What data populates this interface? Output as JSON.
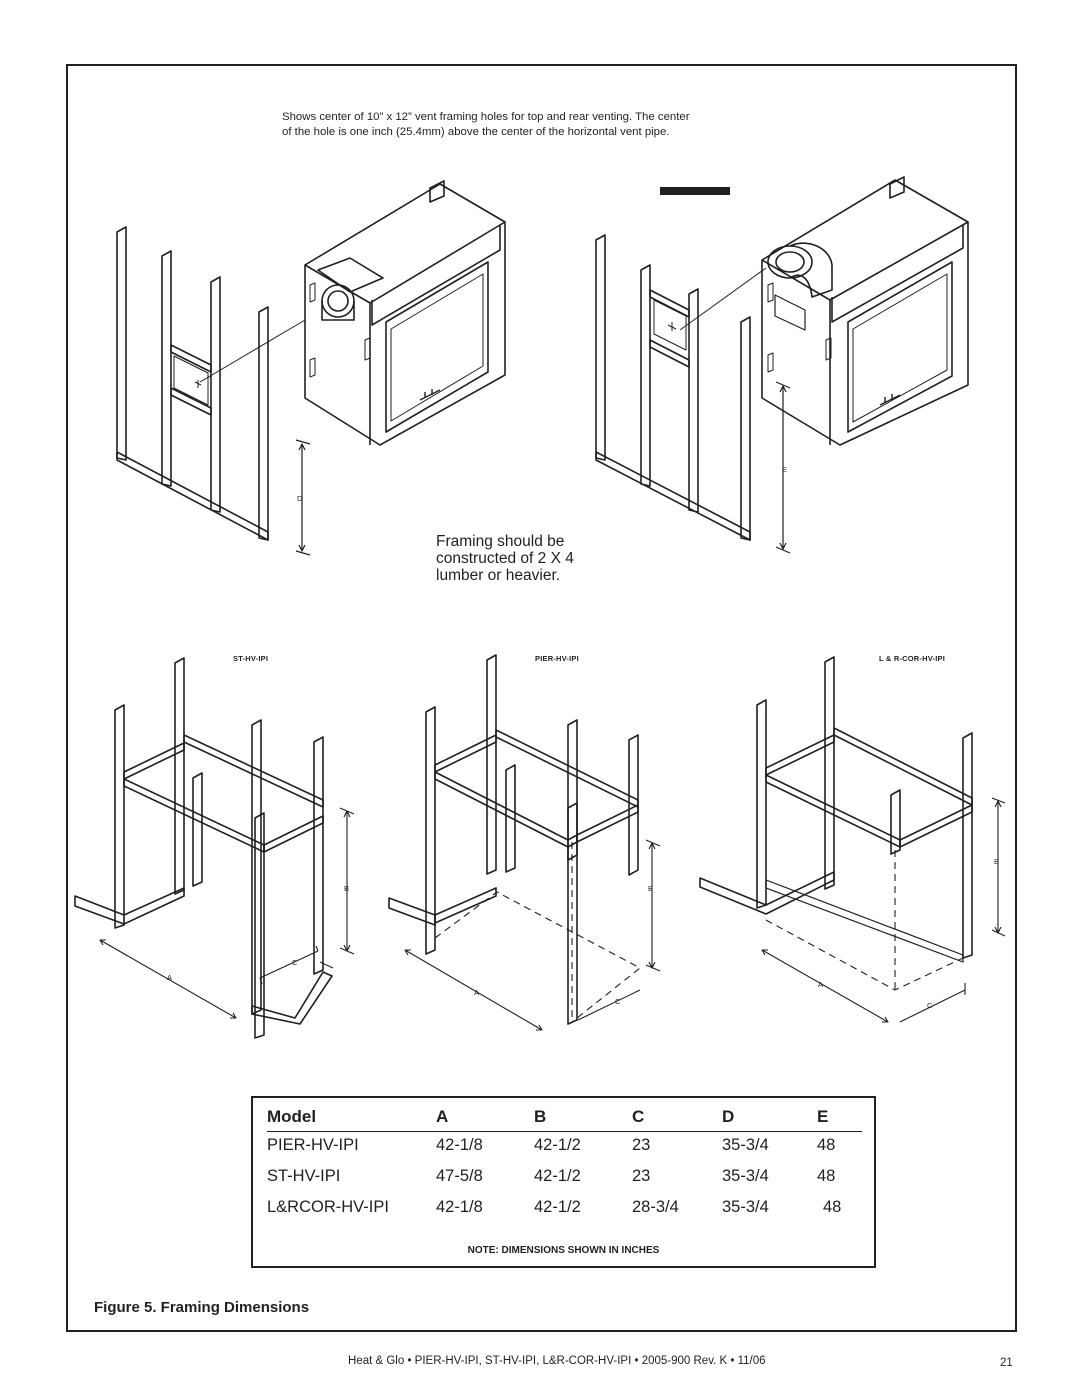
{
  "caption": {
    "line1": "Shows center of 10” x 12” vent framing holes for top and rear venting. The center",
    "line2": "of the hole is one inch (25.4mm) above the center of the horizontal vent pipe."
  },
  "framing_note": {
    "line1": "Framing should be",
    "line2": "constructed of 2 X 4",
    "line3": "lumber or heavier."
  },
  "dim_labels": {
    "D": "D",
    "E": "E",
    "A": "A",
    "B": "B",
    "C": "C"
  },
  "model_labels": {
    "st": "ST-HV-IPI",
    "pier": "PIER-HV-IPI",
    "cor": "L & R-COR-HV-IPI"
  },
  "table": {
    "headers": [
      "Model",
      "A",
      "B",
      "C",
      "D",
      "E"
    ],
    "rows": [
      [
        "PIER-HV-IPI",
        "42-1/8",
        "42-1/2",
        "23",
        "35-3/4",
        "48"
      ],
      [
        "ST-HV-IPI",
        "47-5/8",
        "42-1/2",
        "23",
        "35-3/4",
        "48"
      ],
      [
        "L&RCOR-HV-IPI",
        "42-1/8",
        "42-1/2",
        "28-3/4",
        "35-3/4",
        "48"
      ]
    ],
    "note": "NOTE: DIMENSIONS SHOWN IN INCHES"
  },
  "figure_caption": "Figure 5.    Framing Dimensions",
  "footer": {
    "text": "Heat & Glo • PIER-HV-IPI, ST-HV-IPI, L&R-COR-HV-IPI • 2005-900 Rev. K • 11/06",
    "page": "21"
  }
}
